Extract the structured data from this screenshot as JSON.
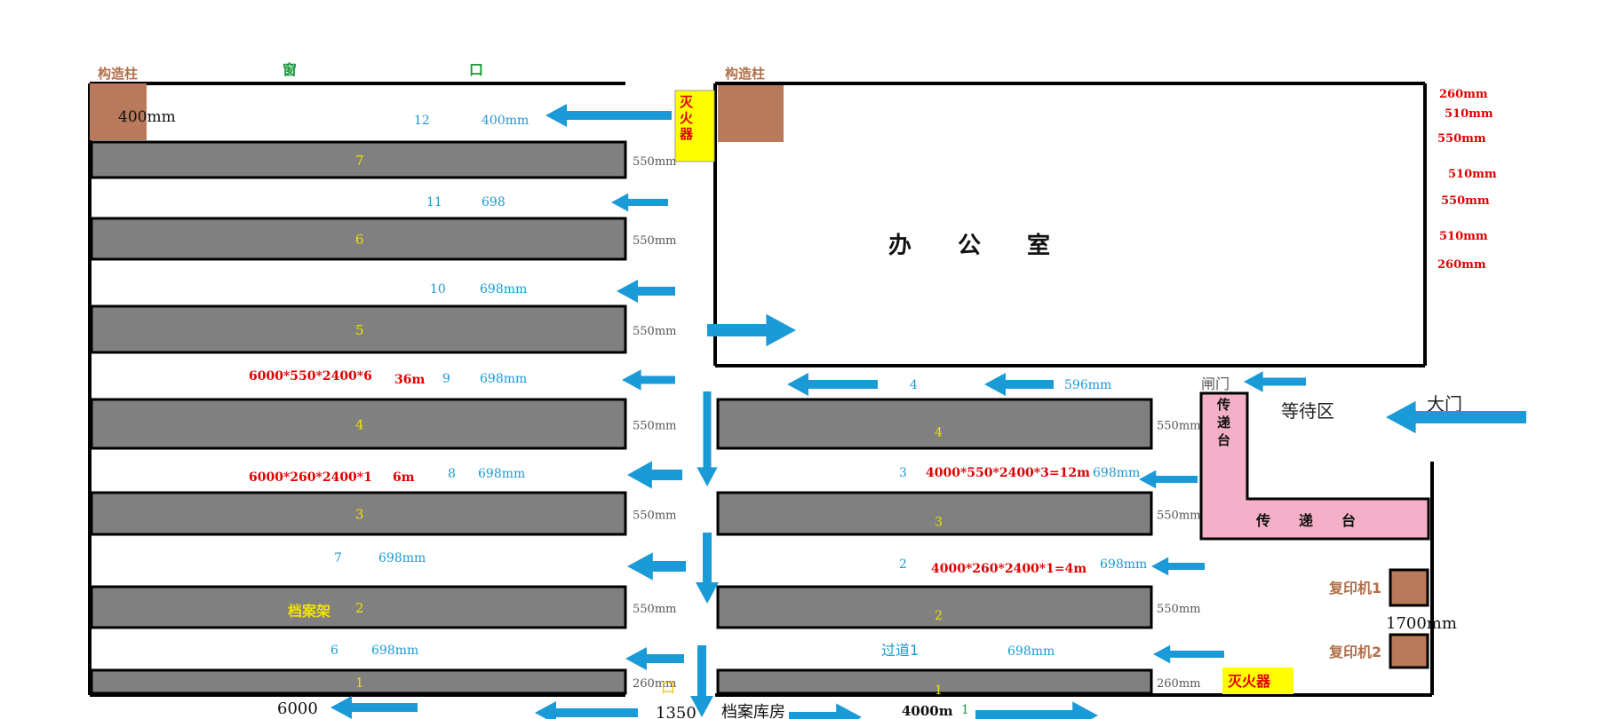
{
  "labels": {
    "column_left": "构造柱",
    "column_right": "构造柱",
    "window_1": "窗",
    "window_2": "口",
    "column_size": "400mm",
    "extinguisher_top": "灭火器",
    "extinguisher_bottom": "灭火器",
    "office": "办　　公　　室",
    "gate": "闸门",
    "waiting_area": "等待区",
    "main_door": "大门",
    "counter_vertical": "传递台",
    "counter_horizontal": "传　　递　　台",
    "copier_1": "复印机1",
    "copier_2": "复印机2",
    "copier_dim": "1700mm",
    "shelf_label": "档案架",
    "passage_label": "过道1",
    "room_name": "档案库房",
    "left_width": "6000",
    "middle_width": "1350",
    "right_width": "4000m",
    "bottom_door": "口",
    "bottom_marker": "1"
  },
  "left_shelves": [
    "7",
    "6",
    "5",
    "4",
    "3",
    "2",
    "1"
  ],
  "right_shelves": [
    "4",
    "3",
    "2",
    "1"
  ],
  "left_shelf_dims": [
    "550mm",
    "550mm",
    "550mm",
    "550mm",
    "550mm",
    "550mm",
    "260mm"
  ],
  "right_shelf_dims": [
    "550mm",
    "550mm",
    "550mm",
    "260mm"
  ],
  "left_aisles": [
    {
      "num": "12",
      "dim": "400mm"
    },
    {
      "num": "11",
      "dim": "698"
    },
    {
      "num": "10",
      "dim": "698mm"
    },
    {
      "num": "9",
      "dim": "698mm"
    },
    {
      "num": "8",
      "dim": "698mm"
    },
    {
      "num": "7",
      "dim": "698mm"
    },
    {
      "num": "6",
      "dim": "698mm"
    }
  ],
  "right_aisles": [
    {
      "num": "4",
      "dim": "596mm"
    },
    {
      "num": "3",
      "dim": "698mm"
    },
    {
      "num": "2",
      "dim": "698mm"
    }
  ],
  "calcs": {
    "left_550": "6000*550*2400*6",
    "left_550_total": "36m",
    "left_260": "6000*260*2400*1",
    "left_260_total": "6m",
    "right_550": "4000*550*2400*3=12m",
    "right_260": "4000*260*2400*1=4m"
  },
  "office_dims": [
    "260mm",
    "510mm",
    "550mm",
    "510mm",
    "550mm",
    "510mm",
    "260mm"
  ],
  "colors": {
    "shelf": "#808080",
    "column": "#b87a5a",
    "counter": "#f4b0c8",
    "extinguisher": "#ffff00",
    "arrow": "#1a9ad6",
    "red_text": "#e00000",
    "blue_text": "#1a9ad6",
    "brown_text": "#b0704a",
    "green_text": "#1a9a3a",
    "yellow_text": "#f2e200"
  }
}
